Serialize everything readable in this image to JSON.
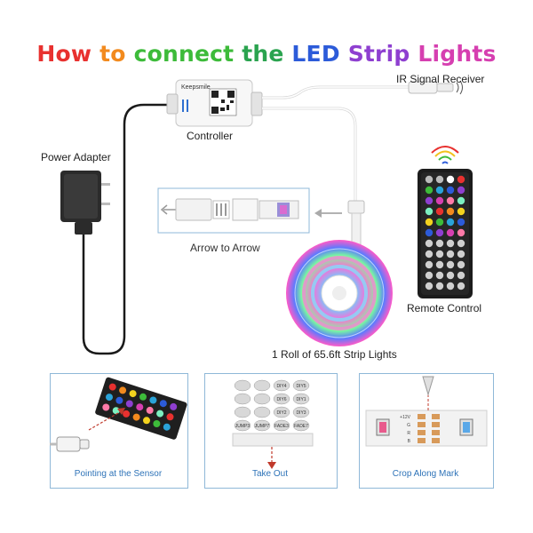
{
  "title": {
    "words": [
      {
        "text": "How",
        "color": "#e8312f"
      },
      {
        "text": "to",
        "color": "#f28a1e"
      },
      {
        "text": "connect",
        "color": "#3dbb3a"
      },
      {
        "text": "the",
        "color": "#2aa34f"
      },
      {
        "text": "LED",
        "color": "#2c5bd9"
      },
      {
        "text": "Strip",
        "color": "#8e3fd0"
      },
      {
        "text": "Lights",
        "color": "#d63fb0"
      }
    ]
  },
  "labels": {
    "ir_receiver": "IR Signal Receiver",
    "controller": "Controller",
    "controller_brand": "Keepsmile",
    "power_adapter": "Power Adapter",
    "arrow_to_arrow": "Arrow to Arrow",
    "remote_control": "Remote Control",
    "strip_roll": "1 Roll of 65.6ft Strip Lights"
  },
  "steps": [
    {
      "label": "Pointing at the Sensor"
    },
    {
      "label": "Take Out"
    },
    {
      "label": "Crop Along Mark"
    }
  ],
  "remote_buttons": {
    "take_out": [
      "DIY4",
      "DIY5",
      "DIY6",
      "DIY1",
      "DIY2",
      "DIY3",
      "JUMP3",
      "JUMP7",
      "FADE3",
      "FADE7"
    ]
  },
  "strip_marks": [
    "+12V",
    "G",
    "R",
    "B"
  ],
  "colors": {
    "panel_border": "#8fb8d8",
    "step_label": "#2e73b8",
    "arrow_red": "#c0392b",
    "cable": "#1a1a1a"
  }
}
